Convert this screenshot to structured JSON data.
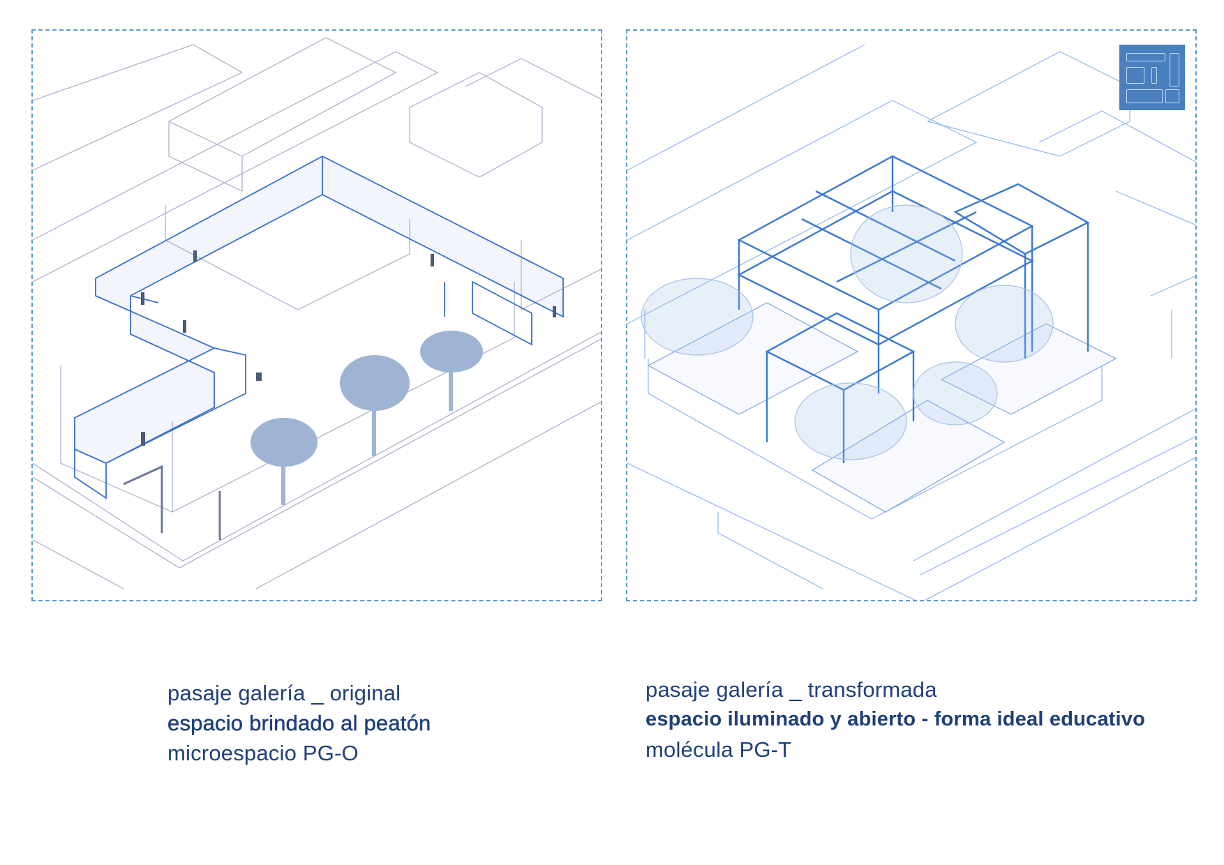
{
  "left_panel": {
    "caption": {
      "line1": "pasaje galería _ original",
      "line2": "espacio brindado al peatón",
      "line3": "microespacio PG-O"
    }
  },
  "right_panel": {
    "caption": {
      "line1": "pasaje galería _ transformada",
      "line2": "espacio iluminado y abierto - forma ideal educativo",
      "line3": "molécula PG-T"
    }
  },
  "colors": {
    "frame": "#5b9bd5",
    "text": "#1f3f7a",
    "logo": "#4a7fbf",
    "structure": "#3a78d4",
    "context": "#a9a9c8"
  }
}
